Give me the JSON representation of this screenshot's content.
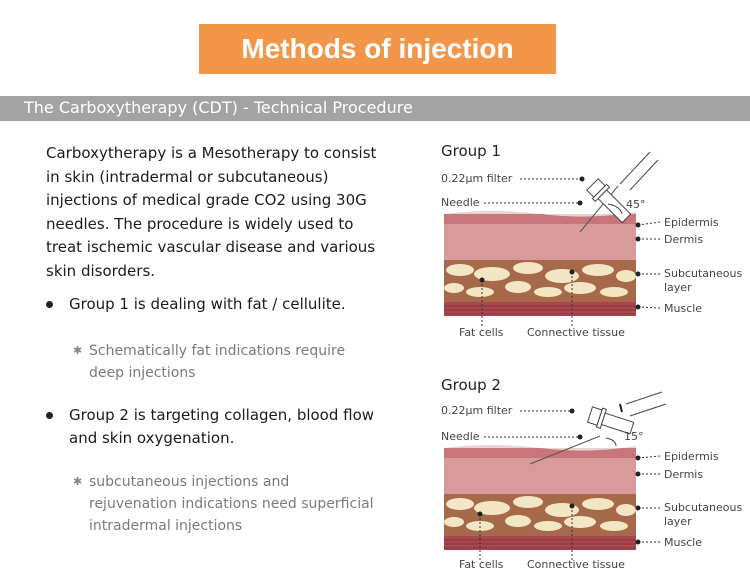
{
  "header": {
    "title": "Methods of injection"
  },
  "section": {
    "title": "The Carboxytherapy (CDT) - Technical Procedure"
  },
  "intro": "Carboxytherapy is a Mesotherapy to consist in skin (intradermal or subcutaneous) injections of medical grade CO2 using 30G needles. The procedure is widely used to treat ischemic vascular disease and various skin disorders.",
  "bullets": [
    {
      "text": "Group 1 is dealing with fat / cellulite.",
      "note": "Schematically fat indications require deep injections"
    },
    {
      "text": "Group 2 is targeting collagen, blood flow and skin oxygenation.",
      "note": "subcutaneous injections and rejuvenation indications need superficial intradermal injections"
    }
  ],
  "groups": [
    {
      "title": "Group 1",
      "filter": "0.22μm filter",
      "needle": "Needle",
      "angle": "45°",
      "layers": [
        "Epidermis",
        "Dermis",
        "Subcutaneous layer",
        "Muscle"
      ],
      "bottom": [
        "Fat cells",
        "Connective tissue"
      ]
    },
    {
      "title": "Group 2",
      "filter": "0.22μm filter",
      "needle": "Needle",
      "angle": "15°",
      "layers": [
        "Epidermis",
        "Dermis",
        "Subcutaneous layer",
        "Muscle"
      ],
      "bottom": [
        "Fat cells",
        "Connective tissue"
      ]
    }
  ],
  "colors": {
    "title_bg": "#f29649",
    "subheader_bg": "#a3a3a3",
    "epidermis": "#c9767b",
    "dermis": "#d99a9b",
    "fat": "#f3e6c4",
    "muscle": "#a8474e"
  }
}
